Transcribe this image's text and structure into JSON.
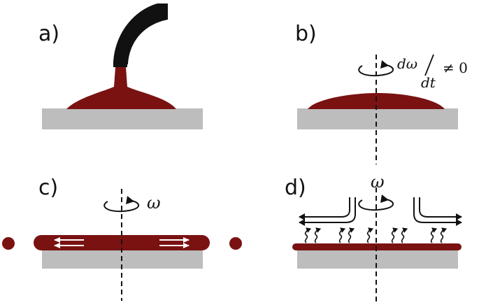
{
  "colors": {
    "fluid": "#7a1212",
    "substrate": "#bdbdbd",
    "nozzle": "#111111",
    "ink": "#111111"
  },
  "panels": {
    "a": {
      "label": "a)"
    },
    "b": {
      "label": "b)",
      "numerator": "dω",
      "denominator": "dt",
      "relation": "≠ 0"
    },
    "c": {
      "label": "c)",
      "symbol": "ω"
    },
    "d": {
      "label": "d)",
      "symbol": "ω"
    }
  }
}
